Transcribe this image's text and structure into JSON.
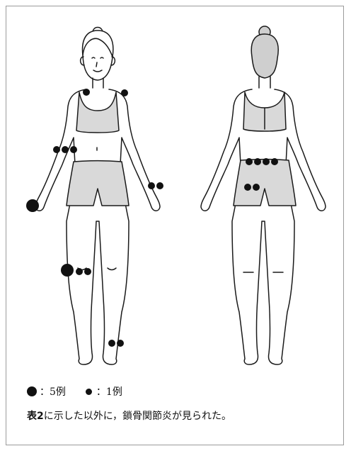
{
  "legend": {
    "large_label": "：5例",
    "small_label": "：1例"
  },
  "caption": {
    "ref": "表2",
    "text": "に示した以外に，鎖骨関節炎が見られた。"
  },
  "colors": {
    "line": "#1a1a1a",
    "skin": "#ffffff",
    "garment": "#d9d9d9",
    "hair_back": "#cfcfcf",
    "marker": "#111111",
    "frame": "#9b9b9b"
  },
  "markers_note": {
    "front_large_count": 2,
    "back_large_count": 0
  }
}
